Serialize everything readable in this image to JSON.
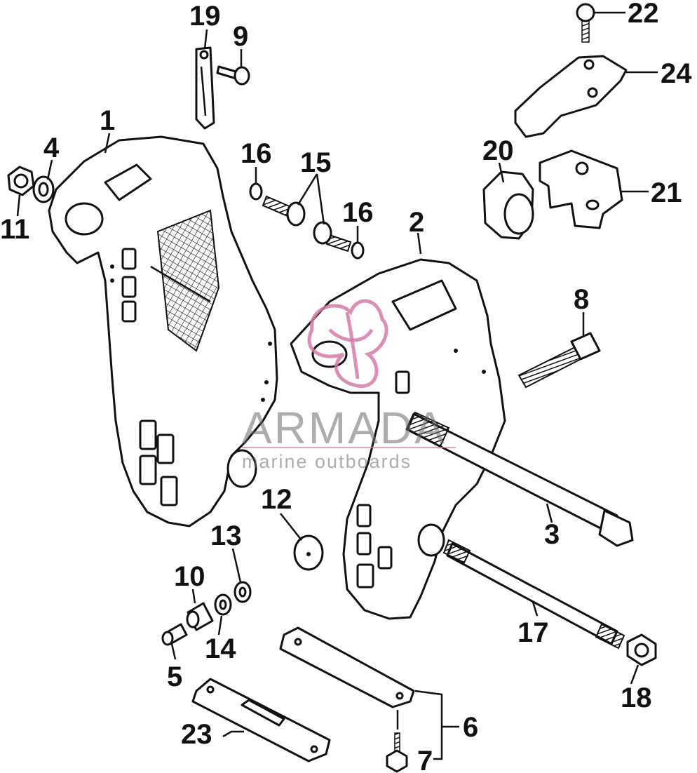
{
  "watermark": {
    "name": "ARMADA",
    "subtitle": "marine outboards",
    "logo_color": "#d67aa9"
  },
  "parts": [
    {
      "id": "part-1",
      "label": "1"
    },
    {
      "id": "part-2",
      "label": "2"
    },
    {
      "id": "part-3",
      "label": "3"
    },
    {
      "id": "part-4",
      "label": "4"
    },
    {
      "id": "part-5",
      "label": "5"
    },
    {
      "id": "part-6",
      "label": "6"
    },
    {
      "id": "part-7",
      "label": "7"
    },
    {
      "id": "part-8",
      "label": "8"
    },
    {
      "id": "part-9",
      "label": "9"
    },
    {
      "id": "part-10",
      "label": "10"
    },
    {
      "id": "part-11",
      "label": "11"
    },
    {
      "id": "part-12",
      "label": "12"
    },
    {
      "id": "part-13",
      "label": "13"
    },
    {
      "id": "part-14",
      "label": "14"
    },
    {
      "id": "part-15",
      "label": "15"
    },
    {
      "id": "part-16a",
      "label": "16"
    },
    {
      "id": "part-16b",
      "label": "16"
    },
    {
      "id": "part-17",
      "label": "17"
    },
    {
      "id": "part-18",
      "label": "18"
    },
    {
      "id": "part-19",
      "label": "19"
    },
    {
      "id": "part-20",
      "label": "20"
    },
    {
      "id": "part-21",
      "label": "21"
    },
    {
      "id": "part-22",
      "label": "22"
    },
    {
      "id": "part-23",
      "label": "23"
    },
    {
      "id": "part-24",
      "label": "24"
    }
  ]
}
